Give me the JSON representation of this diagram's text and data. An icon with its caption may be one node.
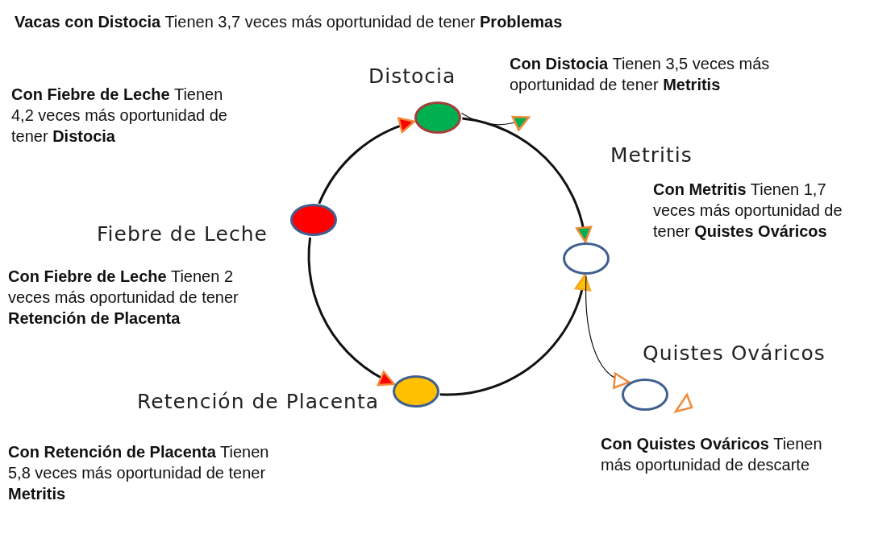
{
  "diagram": {
    "title": "**Vacas con Distocia** Tienen 3,7 veces más oportunidad de tener **Problemas**",
    "nodes": [
      {
        "text": [
          "Distocia"
        ]
      },
      {
        "text": [
          "Fiebre de Leche"
        ]
      },
      {
        "text": [
          "Metritis"
        ]
      },
      {
        "text": [
          "Quistes Ováricos"
        ]
      },
      {
        "text": [
          "Retención de Placenta"
        ]
      }
    ],
    "edges": [
      {
        "from": 1,
        "to": 0,
        "arrow": "to"
      },
      {
        "from": 1,
        "to": 4,
        "arrow": "to"
      },
      {
        "from": 0,
        "to": 2,
        "arrow": "to"
      },
      {
        "from": 4,
        "to": 2,
        "arrow": "to"
      },
      {
        "from": 2,
        "to": 3,
        "arrow": "to"
      },
      {
        "from": 0,
        "to": null,
        "arrow": "to"
      }
    ],
    "labels": [
      "**Con Distocia** Tienen 3,5 veces más oportunidad de tener **Metritis**",
      "**Con Fiebre de Leche** Tienen 4,2 veces más oportunidad de tener **Distocia**",
      "**Con Metritis** Tienen 1,7 veces más oportunidad de tener **Quistes Ováricos**",
      "**Con Fiebre de Leche** Tienen 2 veces más oportunidad de tener **Retención de Placenta**",
      "**Con Quistes Ováricos** Tienen más oportunidad de descarte",
      "**Con Retención de Placenta** Tienen 5,8 veces más oportunidad de tener **Metritis**"
    ]
  }
}
